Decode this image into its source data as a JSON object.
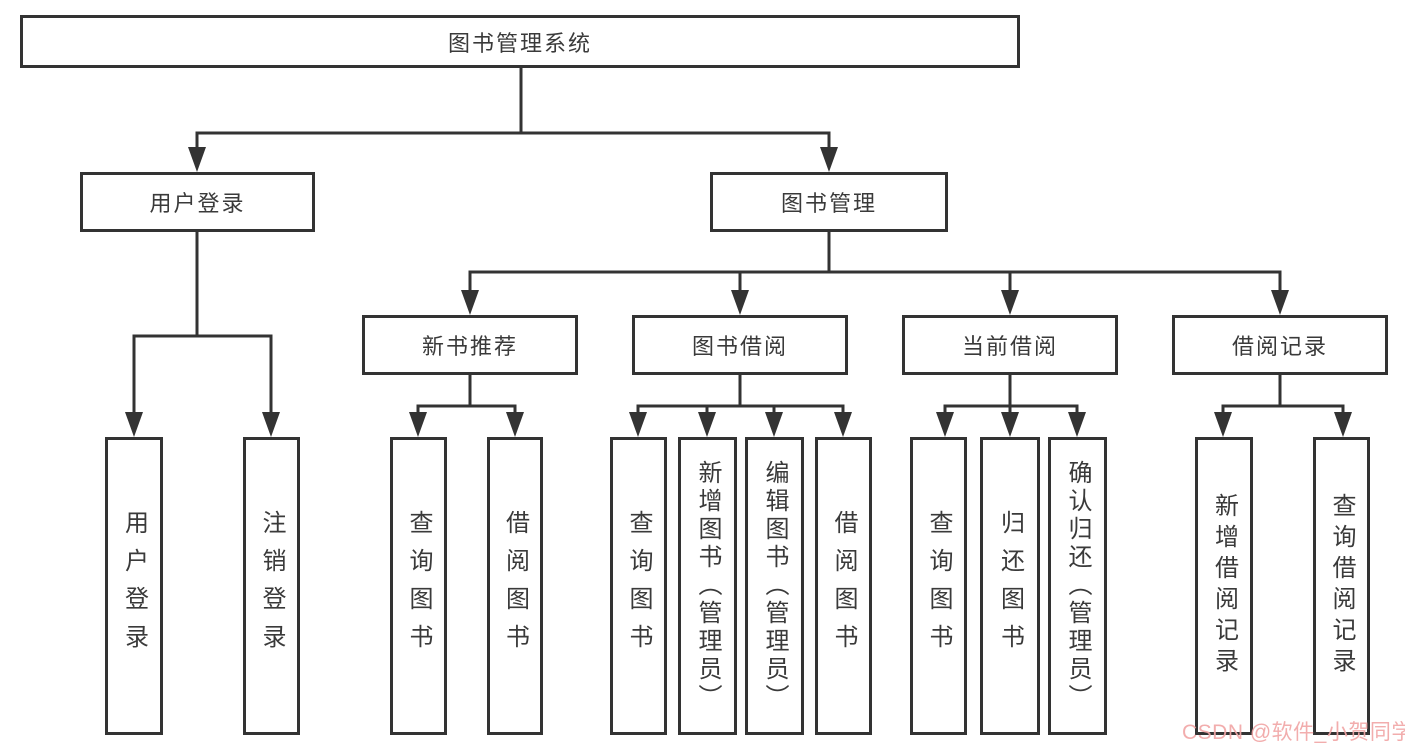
{
  "diagram": {
    "root": {
      "label": "图书管理系统"
    },
    "level2": [
      {
        "label": "用户登录"
      },
      {
        "label": "图书管理"
      }
    ],
    "level3": [
      {
        "label": "新书推荐"
      },
      {
        "label": "图书借阅"
      },
      {
        "label": "当前借阅"
      },
      {
        "label": "借阅记录"
      }
    ],
    "leaf_groups": [
      {
        "parent": "用户登录",
        "items": [
          "用户登录",
          "注销登录"
        ]
      },
      {
        "parent": "新书推荐",
        "items": [
          "查询图书",
          "借阅图书"
        ]
      },
      {
        "parent": "图书借阅",
        "items": [
          "查询图书",
          "新增图书（管理员）",
          "编辑图书（管理员）",
          "借阅图书"
        ]
      },
      {
        "parent": "当前借阅",
        "items": [
          "查询图书",
          "归还图书",
          "确认归还（管理员）"
        ]
      },
      {
        "parent": "借阅记录",
        "items": [
          "新增借阅记录",
          "查询借阅记录"
        ]
      }
    ],
    "colors": {
      "line": "#333333",
      "box_border": "#333333",
      "text": "#3a3a3a",
      "watermark": "#f1a6a6",
      "background": "#ffffff"
    }
  },
  "watermark": {
    "text": "CSDN @软件_小贺同学"
  }
}
